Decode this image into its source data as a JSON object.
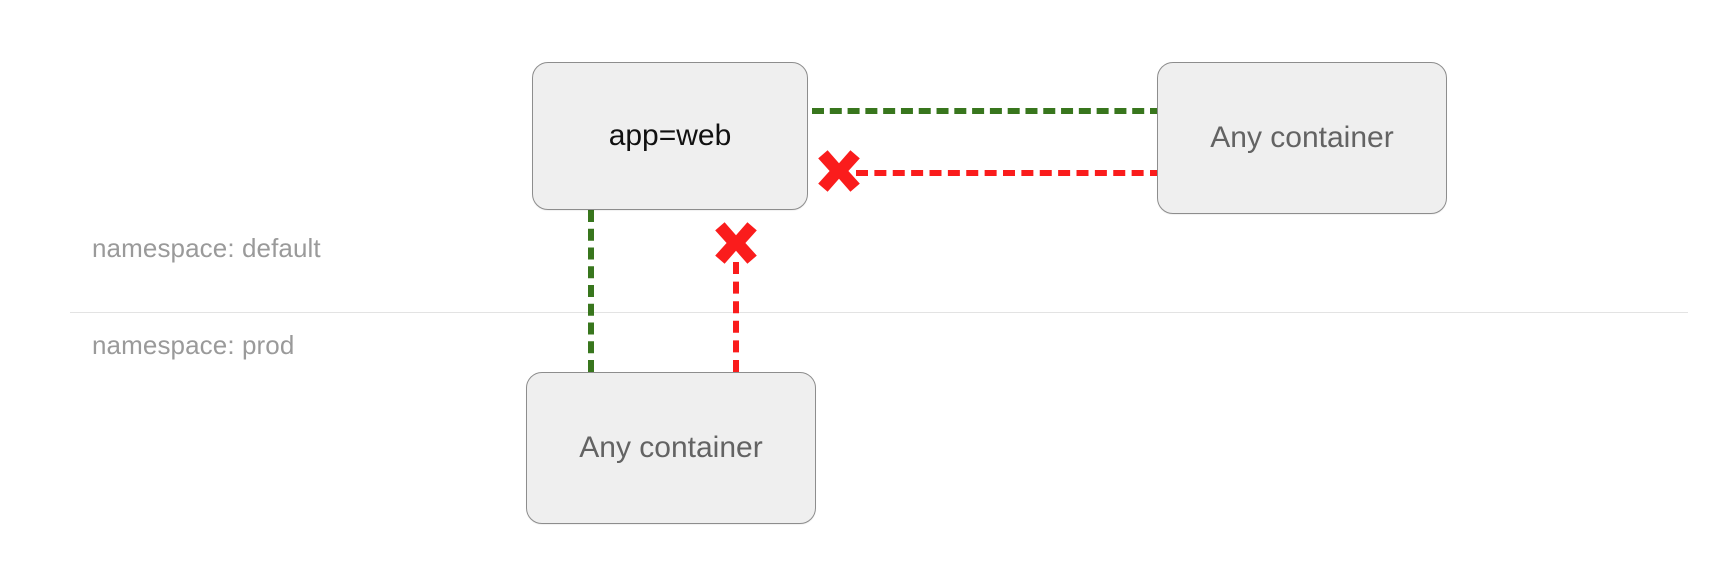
{
  "diagram": {
    "title": "kubernetes network policy namespace scope",
    "background_color": "#ffffff",
    "colors": {
      "allow": "#38761d",
      "deny": "#fa1c1c",
      "node_fill": "#efefef",
      "node_border": "#8d8d8d",
      "label_muted": "#9a9a9a",
      "divider": "#e3e3e3"
    },
    "zones": [
      {
        "id": "zone-default",
        "label": "namespace: default"
      },
      {
        "id": "zone-prod",
        "label": "namespace: prod"
      }
    ],
    "nodes": [
      {
        "id": "node-app-web",
        "label": "app=web",
        "zone": "zone-default",
        "text_style": "dark"
      },
      {
        "id": "node-any-container-default",
        "label": "Any container",
        "zone": "zone-default",
        "text_style": "muted"
      },
      {
        "id": "node-any-container-prod",
        "label": "Any container",
        "zone": "zone-prod",
        "text_style": "muted"
      }
    ],
    "edges": [
      {
        "id": "edge-allow-right",
        "from": "node-app-web",
        "to": "node-any-container-default",
        "state": "allowed",
        "style": "dashed",
        "color": "#38761d",
        "orientation": "horizontal",
        "blocked": false
      },
      {
        "id": "edge-deny-right",
        "from": "node-app-web",
        "to": "node-any-container-default",
        "state": "blocked",
        "style": "dashed",
        "color": "#fa1c1c",
        "orientation": "horizontal",
        "blocked": true
      },
      {
        "id": "edge-allow-down",
        "from": "node-app-web",
        "to": "node-any-container-prod",
        "state": "allowed",
        "style": "dashed",
        "color": "#38761d",
        "orientation": "vertical",
        "blocked": false
      },
      {
        "id": "edge-deny-down",
        "from": "node-app-web",
        "to": "node-any-container-prod",
        "state": "blocked",
        "style": "dashed",
        "color": "#fa1c1c",
        "orientation": "vertical",
        "blocked": true
      }
    ],
    "markers": [
      {
        "id": "marker-blocked-right",
        "glyph": "x-cross",
        "color": "#fa1c1c"
      },
      {
        "id": "marker-blocked-down",
        "glyph": "x-cross",
        "color": "#fa1c1c"
      }
    ]
  }
}
